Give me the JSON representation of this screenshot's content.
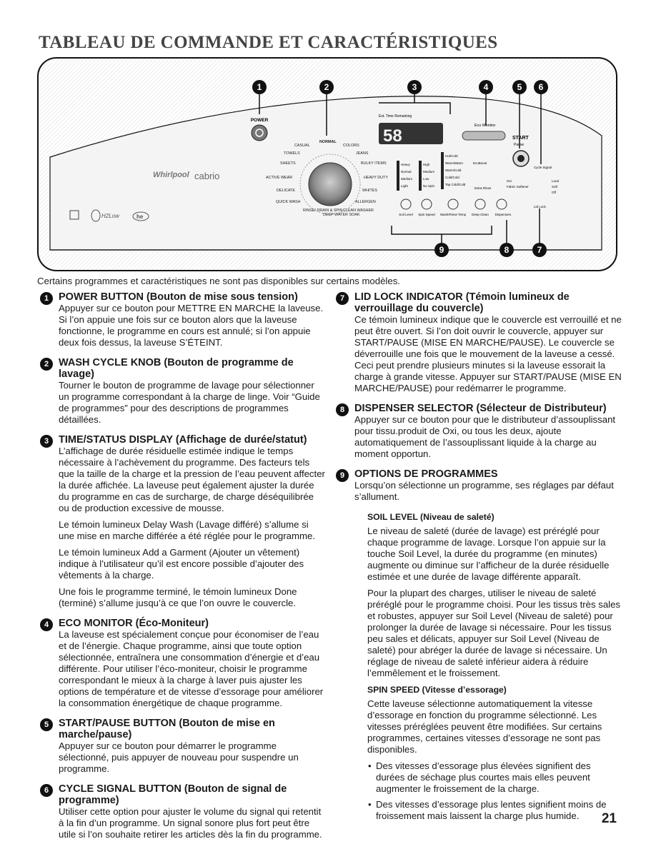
{
  "page_title": "TABLEAU DE COMMANDE ET CARACTÉRISTIQUES",
  "panel": {
    "power_label": "POWER",
    "est_time_label": "Est. Time Remaining",
    "display_digits": "58",
    "eco_monitor_label": "Eco Monitor",
    "start_label": "START",
    "pause_label": "Pause",
    "brand": "Whirlpool",
    "model": "cabrio",
    "h2low_label": "H2Low",
    "he_label": "he",
    "lid_lock_label": "Lid Lock",
    "cycle_signal_label": "Cycle Signal",
    "cycle_signal_options": [
      "Loud",
      "Soft",
      "Off"
    ],
    "dispenser_options": [
      "Oxi",
      "Fabric Softener"
    ],
    "knob_cycles": [
      "NORMAL",
      "CASUAL",
      "COLORS",
      "TOWELS",
      "JEANS",
      "SHEETS",
      "BULKY ITEMS",
      "ACTIVE WEAR",
      "HEAVY DUTY",
      "DELICATE",
      "WHITES",
      "QUICK WASH",
      "ALLERGEN",
      "RINSE/ DRAIN & SPIN",
      "DEEP WATER SOAK",
      "CLEAN WASHER"
    ],
    "soil_levels": [
      "Heavy",
      "Normal",
      "Medium",
      "Light"
    ],
    "spin_speeds": [
      "High",
      "Medium",
      "Low",
      "No Spin"
    ],
    "temps": [
      "Hot/Cold",
      "Warm/Warm",
      "Warm/Cold",
      "Cold/Cold",
      "Tap Cold/Cold"
    ],
    "extra_options": [
      "EcoBoost",
      "Extra Rinse"
    ],
    "bottom_labels": [
      "Soil Level",
      "Spin Speed",
      "Wash/Rinse Temp",
      "Deep Clean",
      "Dispensers"
    ],
    "callouts": [
      "1",
      "2",
      "3",
      "4",
      "5",
      "6",
      "7",
      "8",
      "9"
    ]
  },
  "note": "Certains programmes et caractéristiques ne sont pas disponibles sur certains modèles.",
  "sections": {
    "s1": {
      "num": "1",
      "title": "POWER BUTTON (Bouton de mise sous tension)",
      "paras": [
        "Appuyer sur ce bouton pour METTRE EN MARCHE la laveuse. Si l’on appuie une fois sur ce bouton alors que la laveuse fonctionne, le programme en cours est annulé; si l’on appuie deux fois dessus, la laveuse S’ÉTEINT."
      ]
    },
    "s2": {
      "num": "2",
      "title": "WASH CYCLE KNOB (Bouton de programme de lavage)",
      "paras": [
        "Tourner le bouton de programme de lavage pour sélectionner un programme correspondant à la charge de linge. Voir “Guide de programmes” pour des descriptions de programmes détaillées."
      ]
    },
    "s3": {
      "num": "3",
      "title": "TIME/STATUS DISPLAY (Affichage de durée/statut)",
      "paras": [
        "L’affichage de durée résiduelle estimée indique le temps nécessaire à l’achèvement du programme. Des facteurs tels que la taille de la charge et la pression de l’eau peuvent affecter la durée affichée. La laveuse peut également ajuster la durée du programme en cas de surcharge, de charge déséquilibrée ou de production excessive de mousse.",
        "Le témoin lumineux Delay Wash (Lavage différé) s’allume si une mise en marche différée a été réglée pour le programme.",
        "Le témoin lumineux Add a Garment (Ajouter un vêtement) indique à l’utilisateur qu’il est encore possible d’ajouter des vêtements à la charge.",
        "Une fois le programme terminé, le témoin lumineux Done (terminé) s’allume jusqu’à ce que l’on ouvre le couvercle."
      ]
    },
    "s4": {
      "num": "4",
      "title": "ECO MONITOR (Éco-Moniteur)",
      "paras": [
        "La laveuse est spécialement conçue pour économiser de l’eau et de l’énergie. Chaque programme, ainsi que toute option sélectionnée, entraînera une consommation d’énergie et d’eau différente. Pour utiliser l’éco-moniteur, choisir le programme correspondant le mieux à la charge à laver puis ajuster les options de température et de vitesse d’essorage pour améliorer la consommation énergétique de chaque programme."
      ]
    },
    "s5": {
      "num": "5",
      "title": "START/PAUSE BUTTON (Bouton de mise en marche/pause)",
      "paras": [
        "Appuyer sur ce bouton pour démarrer le programme sélectionné, puis appuyer de nouveau pour suspendre un programme."
      ]
    },
    "s6": {
      "num": "6",
      "title": "CYCLE SIGNAL BUTTON (Bouton de signal de programme)",
      "paras": [
        "Utiliser cette option pour ajuster le volume du signal qui retentit à la fin d’un programme. Un signal sonore plus fort peut être utile si l’on souhaite retirer les articles dès la fin du programme."
      ]
    },
    "s7": {
      "num": "7",
      "title": "LID LOCK INDICATOR (Témoin lumineux de verrouillage du couvercle)",
      "paras": [
        "Ce témoin lumineux indique que le couvercle est verrouillé et ne peut être ouvert. Si l’on doit ouvrir le couvercle, appuyer sur START/PAUSE (MISE EN MARCHE/PAUSE). Le couvercle se déverrouille une fois que le mouvement de la laveuse a cessé. Ceci peut prendre plusieurs minutes si la laveuse essorait la charge à grande vitesse. Appuyer sur START/PAUSE (MISE EN MARCHE/PAUSE) pour redémarrer le programme."
      ]
    },
    "s8": {
      "num": "8",
      "title": "DISPENSER SELECTOR (Sélecteur de Distributeur)",
      "paras": [
        "Appuyer sur ce bouton pour que le distributeur d’assouplissant pour tissu.produit de Oxi, ou tous les deux, ajoute automatiquement de l’assouplissant liquide à la charge au moment opportun."
      ]
    },
    "s9": {
      "num": "9",
      "title": "OPTIONS DE PROGRAMMES",
      "paras": [
        "Lorsqu’on sélectionne un programme, ses réglages par défaut s’allument."
      ],
      "soil": {
        "title": "SOIL LEVEL (Niveau de saleté)",
        "paras": [
          "Le niveau de saleté (durée de lavage) est préréglé pour chaque programme de lavage. Lorsque l’on appuie sur la touche Soil Level, la durée du programme (en minutes) augmente ou diminue sur l’afficheur de la durée résiduelle estimée et une durée de lavage différente apparaît.",
          "Pour la plupart des charges, utiliser le niveau de saleté préréglé pour le programme choisi. Pour les tissus très sales et robustes, appuyer sur Soil Level (Niveau de saleté) pour prolonger la durée de lavage si nécessaire. Pour les tissus peu sales et délicats, appuyer sur Soil Level (Niveau de saleté) pour abréger la durée de lavage si nécessaire. Un réglage de niveau de saleté inférieur aidera à réduire l’emmêlement et le froissement."
        ]
      },
      "spin": {
        "title": "SPIN SPEED (Vitesse d’essorage)",
        "paras": [
          "Cette laveuse sélectionne automatiquement la vitesse d’essorage en fonction du programme sélectionné. Les vitesses préréglées peuvent être modifiées. Sur certains programmes, certaines vitesses d’essorage ne sont pas disponibles."
        ],
        "bullets": [
          "Des vitesses d’essorage plus élevées signifient des durées de séchage plus courtes mais elles peuvent augmenter le froissement de la charge.",
          "Des vitesses d’essorage plus lentes signifient moins de froissement mais laissent la charge plus humide."
        ]
      }
    }
  },
  "page_number": "21"
}
